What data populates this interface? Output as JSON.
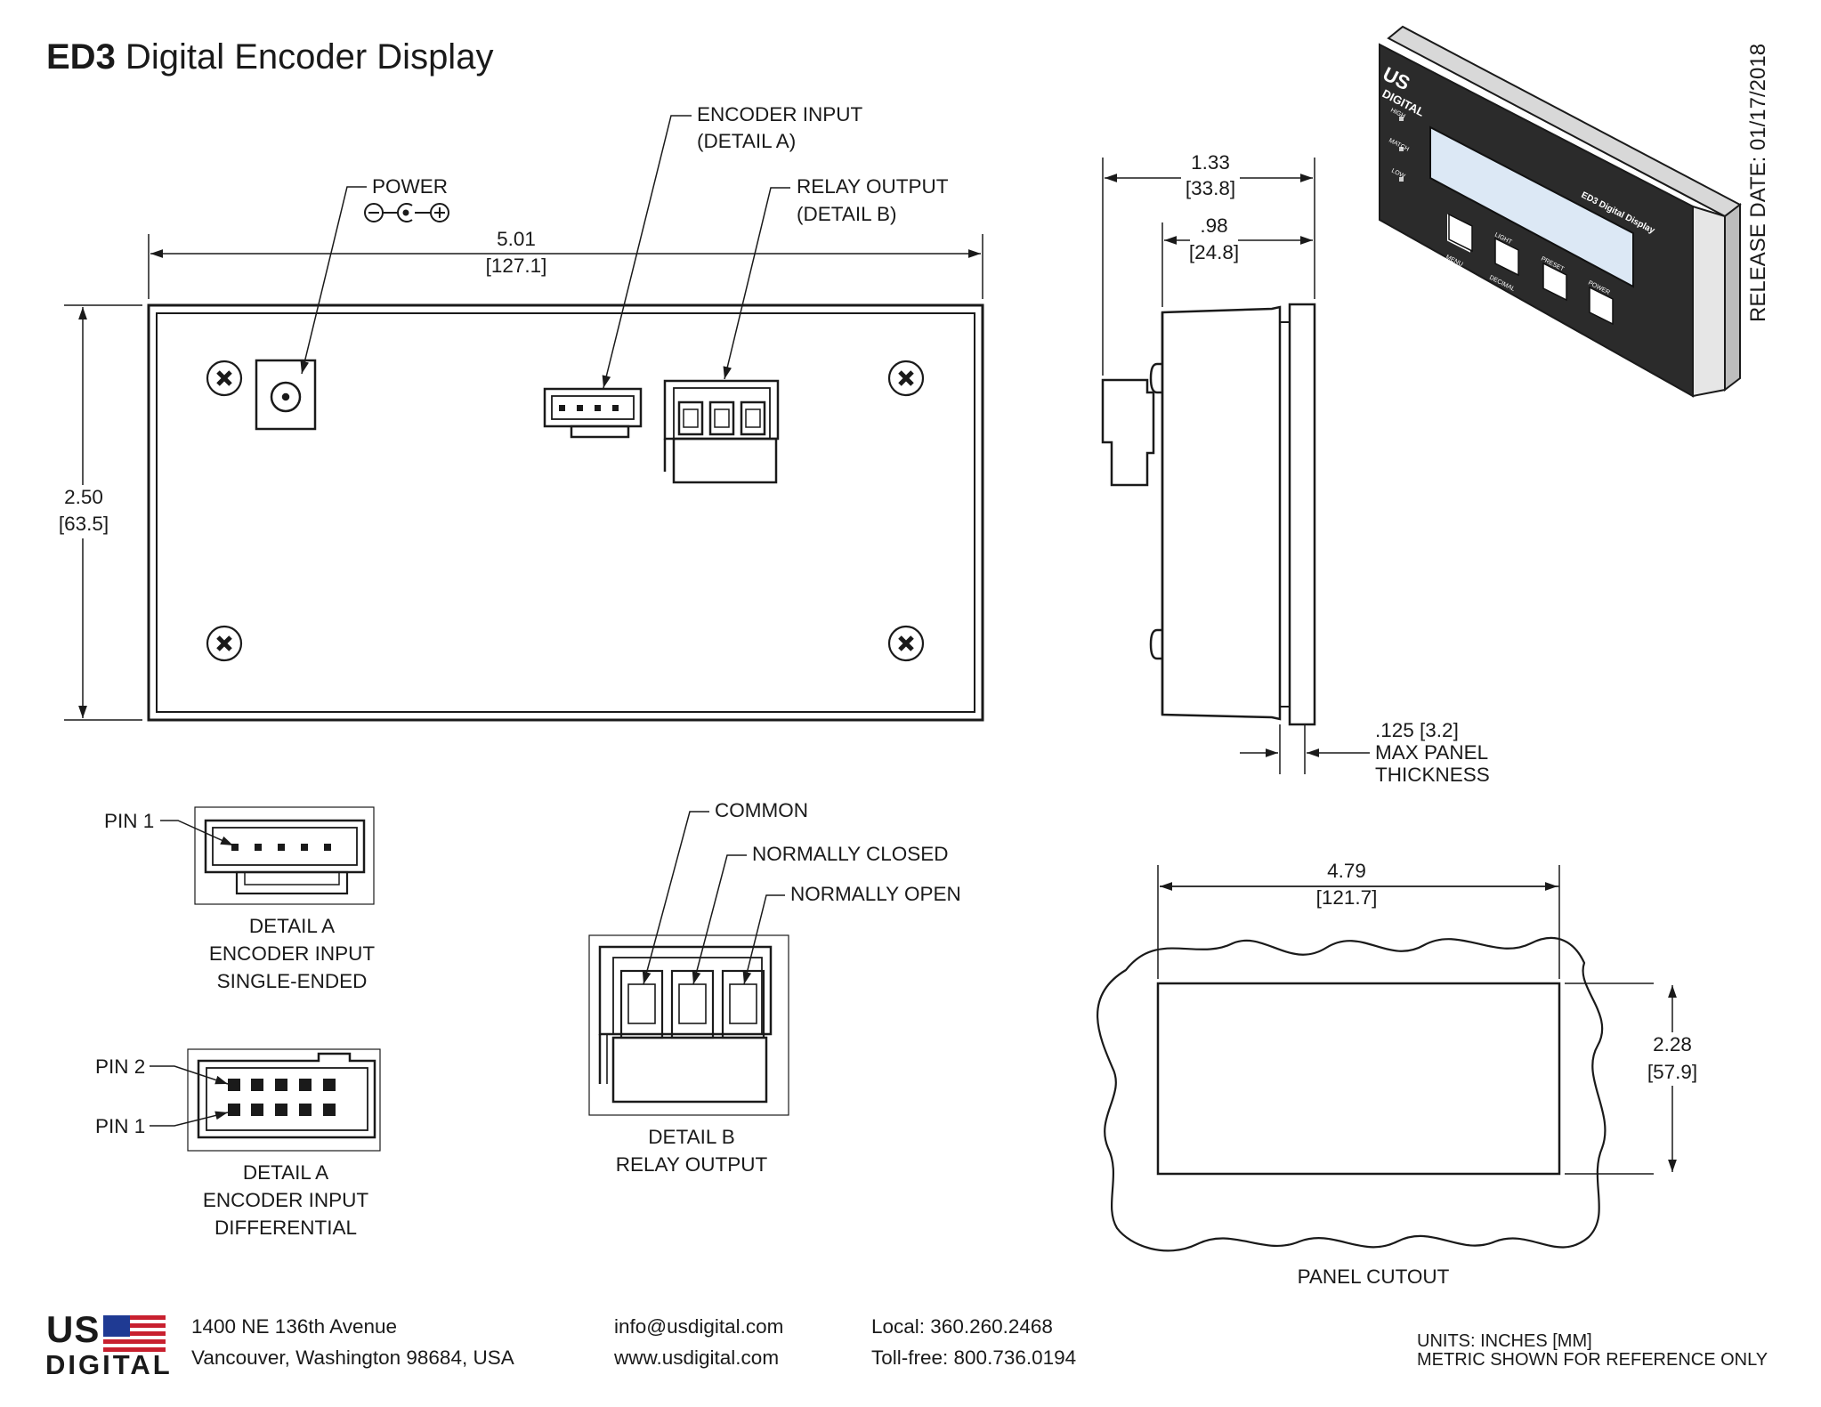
{
  "title": {
    "bold": "ED3",
    "rest": " Digital Encoder Display"
  },
  "release_date": "RELEASE DATE: 01/17/2018",
  "callouts": {
    "power": "POWER",
    "encoder_input_1": "ENCODER INPUT",
    "encoder_input_2": "(DETAIL A)",
    "relay_output_1": "RELAY OUTPUT",
    "relay_output_2": "(DETAIL B)",
    "common": "COMMON",
    "normally_closed": "NORMALLY CLOSED",
    "normally_open": "NORMALLY OPEN",
    "pin1": "PIN 1",
    "pin2": "PIN 2",
    "panel_thickness_1": ".125 [3.2]",
    "panel_thickness_2": "MAX PANEL",
    "panel_thickness_3": "THICKNESS"
  },
  "dimensions": {
    "width": {
      "in": "5.01",
      "mm": "[127.1]"
    },
    "height": {
      "in": "2.50",
      "mm": "[63.5]"
    },
    "depth_total": {
      "in": "1.33",
      "mm": "[33.8]"
    },
    "depth_body": {
      "in": ".98",
      "mm": "[24.8]"
    },
    "cutout_width": {
      "in": "4.79",
      "mm": "[121.7]"
    },
    "cutout_height": {
      "in": "2.28",
      "mm": "[57.9]"
    }
  },
  "details": {
    "a_single": [
      "DETAIL A",
      "ENCODER INPUT",
      "SINGLE-ENDED"
    ],
    "a_diff": [
      "DETAIL A",
      "ENCODER INPUT",
      "DIFFERENTIAL"
    ],
    "b": [
      "DETAIL B",
      "RELAY OUTPUT"
    ],
    "panel_cutout": "PANEL CUTOUT"
  },
  "device_face": {
    "brand_us": "US",
    "brand_digital": "DIGITAL",
    "model": "ED3 Digital Display",
    "leds": [
      "HIGH",
      "MATCH",
      "LOW"
    ],
    "buttons": [
      "MENU",
      "LIGHT",
      "PRESET",
      "POWER"
    ],
    "sub_labels": [
      "DECIMAL"
    ]
  },
  "footer": {
    "logo_us": "US",
    "logo_digital": "DIGITAL",
    "address_1": "1400 NE 136th Avenue",
    "address_2": "Vancouver, Washington 98684, USA",
    "email": "info@usdigital.com",
    "web": "www.usdigital.com",
    "local": "Local: 360.260.2468",
    "tollfree": "Toll-free: 800.736.0194",
    "units_1": "UNITS: INCHES [MM]",
    "units_2": "METRIC SHOWN FOR REFERENCE ONLY"
  },
  "colors": {
    "ink": "#1a1a1a",
    "brand_red": "#c8202f",
    "brand_blue": "#1f3a93",
    "lcd": "#dce8f5",
    "device_body": "#2b2b2b"
  }
}
